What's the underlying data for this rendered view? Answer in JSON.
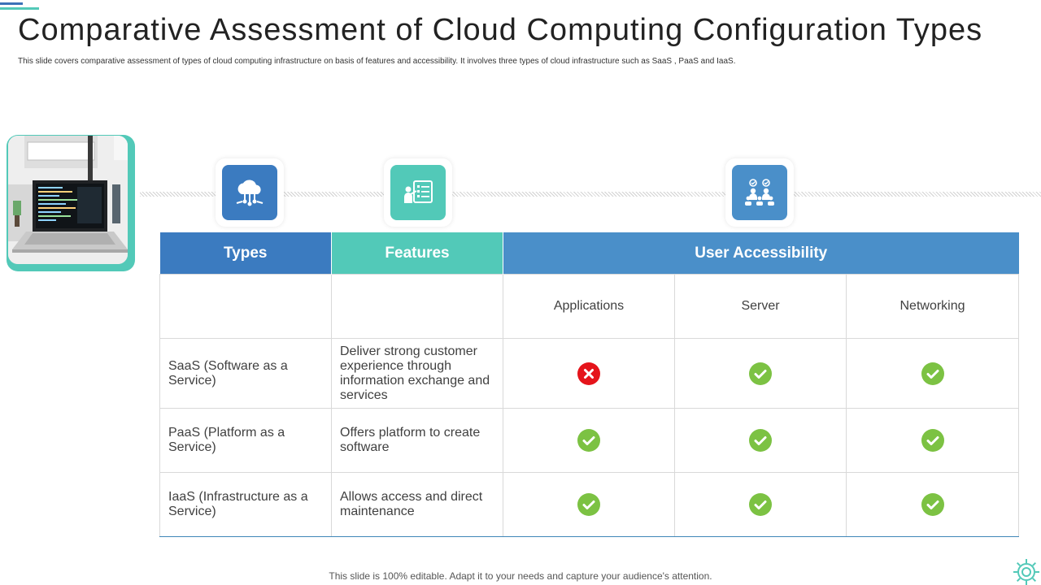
{
  "title": "Comparative Assessment of Cloud Computing Configuration Types",
  "subtitle": "This slide covers comparative assessment of types of cloud computing infrastructure on basis of features and accessibility. It involves three types of cloud infrastructure such as SaaS , PaaS and IaaS.",
  "icons": [
    "cloud-network-icon",
    "checklist-presentation-icon",
    "team-approval-icon"
  ],
  "table": {
    "headers": {
      "types": "Types",
      "features": "Features",
      "access": "User Accessibility"
    },
    "subheaders": [
      "Applications",
      "Server",
      "Networking"
    ],
    "rows": [
      {
        "type": "SaaS (Software as a Service)",
        "feature": "Deliver strong customer experience through information exchange and services",
        "status": [
          "no",
          "yes",
          "yes"
        ]
      },
      {
        "type": "PaaS (Platform as a Service)",
        "feature": "Offers platform to create software",
        "status": [
          "yes",
          "yes",
          "yes"
        ]
      },
      {
        "type": "IaaS (Infrastructure as a Service)",
        "feature": "Allows access and direct maintenance",
        "status": [
          "yes",
          "yes",
          "yes"
        ]
      }
    ]
  },
  "footer": "This slide is 100% editable. Adapt it to your needs and capture your audience's attention.",
  "colors": {
    "types_header": "#3b7bc0",
    "features_header": "#52c9b8",
    "access_header": "#4a8fc9",
    "check": "#7cc243",
    "cross": "#e5141b"
  }
}
